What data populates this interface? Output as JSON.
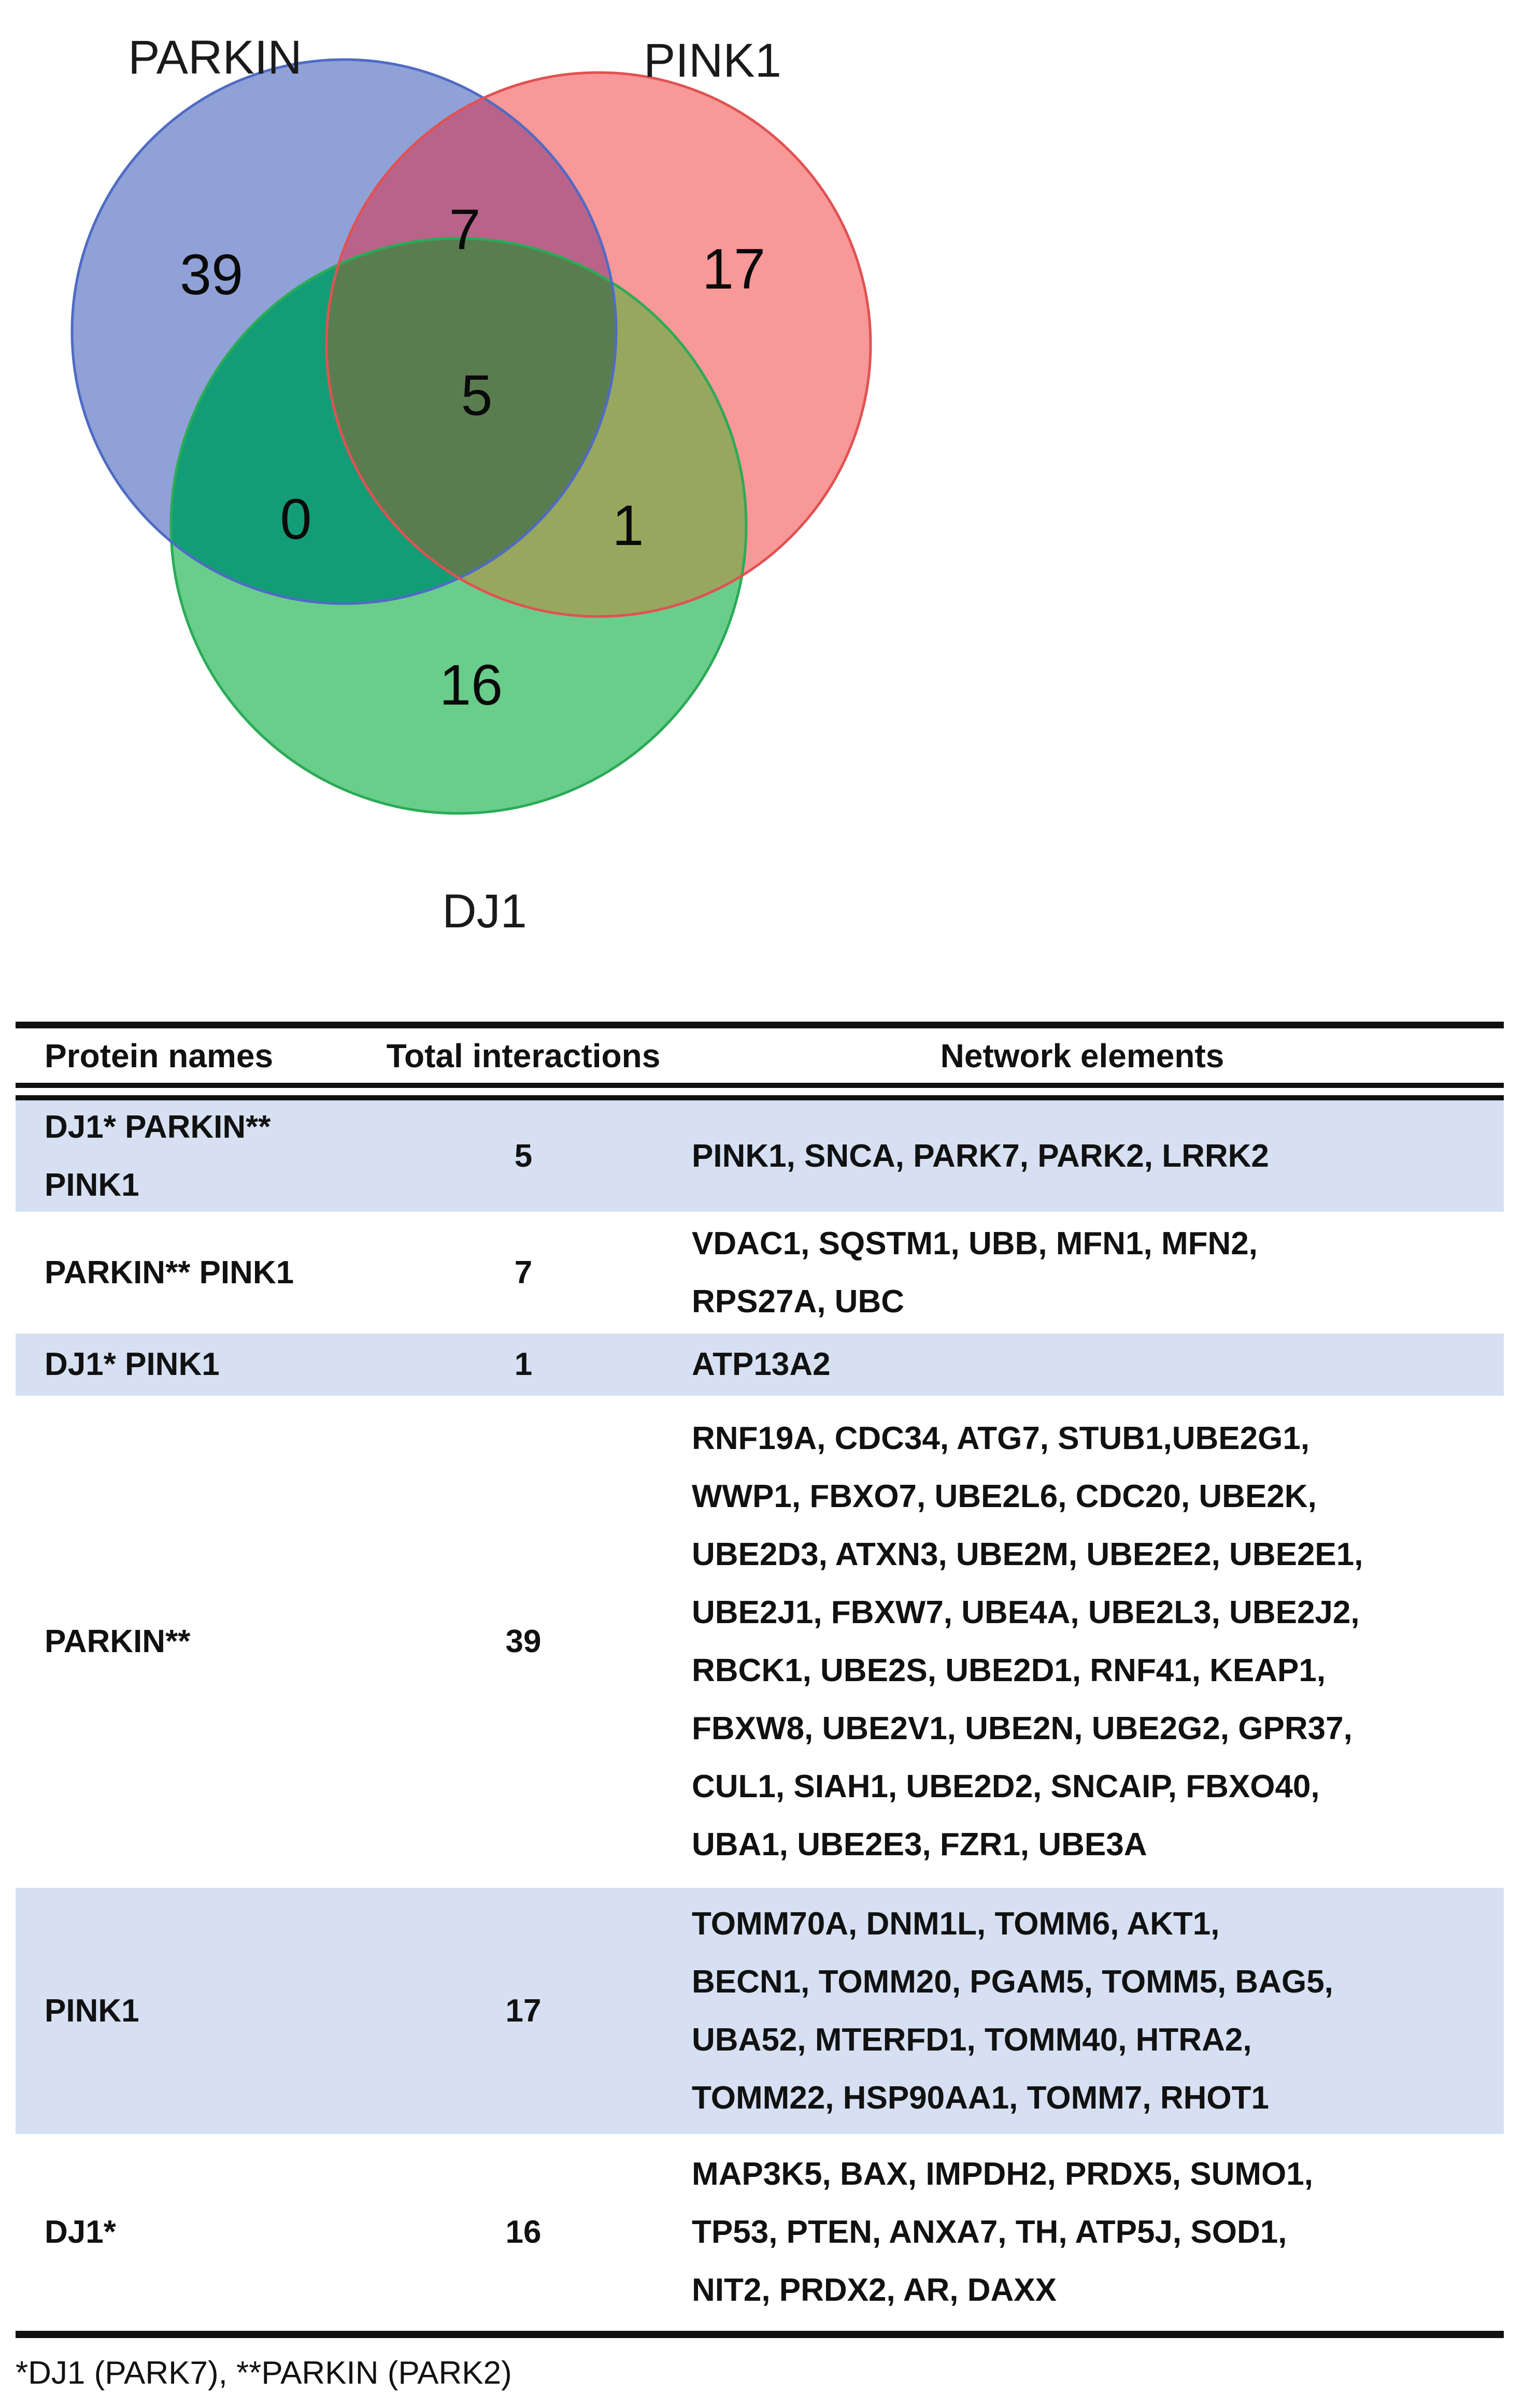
{
  "venn": {
    "labels": {
      "parkin": "PARKIN",
      "pink1": "PINK1",
      "dj1": "DJ1"
    },
    "counts": {
      "parkin_only": "39",
      "parkin_pink1": "7",
      "pink1_only": "17",
      "all_three": "5",
      "parkin_dj1": "0",
      "pink1_dj1": "1",
      "dj1_only": "16"
    },
    "colors": {
      "parkin_fill": "#8fa1d7",
      "pink1_fill": "#f89898",
      "dj1_fill": "#69cd8b",
      "parkin_pink1_fill": "#b9638b",
      "parkin_dj1_fill": "#139d77",
      "pink1_dj1_fill": "#97a75e",
      "center_fill": "#5a7d50",
      "parkin_stroke": "#4f6bc4",
      "pink1_stroke": "#e05252",
      "dj1_stroke": "#2aab56"
    }
  },
  "chart_data": {
    "type": "venn",
    "sets": [
      "PARKIN",
      "PINK1",
      "DJ1"
    ],
    "regions": {
      "PARKIN_only": 39,
      "PINK1_only": 17,
      "DJ1_only": 16,
      "PARKIN_PINK1": 7,
      "PARKIN_DJ1": 0,
      "PINK1_DJ1": 1,
      "PARKIN_PINK1_DJ1": 5
    }
  },
  "table": {
    "headers": {
      "protein_names": "Protein names",
      "total_interactions": "Total interactions",
      "network_elements": "Network elements"
    },
    "row_highlight_color": "#d6e0f2",
    "rows": [
      {
        "name_lines": [
          "DJ1* PARKIN**",
          "PINK1"
        ],
        "total": "5",
        "element_lines": [
          "PINK1, SNCA, PARK7, PARK2, LRRK2"
        ]
      },
      {
        "name_lines": [
          "PARKIN** PINK1"
        ],
        "total": "7",
        "element_lines": [
          "VDAC1, SQSTM1, UBB, MFN1, MFN2,",
          "RPS27A, UBC"
        ]
      },
      {
        "name_lines": [
          "DJ1* PINK1"
        ],
        "total": "1",
        "element_lines": [
          "ATP13A2"
        ]
      },
      {
        "name_lines": [
          "PARKIN**"
        ],
        "total": "39",
        "element_lines": [
          "RNF19A, CDC34, ATG7, STUB1,UBE2G1,",
          "WWP1, FBXO7, UBE2L6, CDC20, UBE2K,",
          "UBE2D3, ATXN3, UBE2M, UBE2E2, UBE2E1,",
          "UBE2J1, FBXW7, UBE4A, UBE2L3, UBE2J2,",
          "RBCK1, UBE2S, UBE2D1, RNF41, KEAP1,",
          "FBXW8, UBE2V1, UBE2N, UBE2G2, GPR37,",
          "CUL1, SIAH1, UBE2D2, SNCAIP, FBXO40,",
          "UBA1, UBE2E3, FZR1, UBE3A"
        ]
      },
      {
        "name_lines": [
          "PINK1"
        ],
        "total": "17",
        "element_lines": [
          "TOMM70A, DNM1L, TOMM6, AKT1,",
          "BECN1, TOMM20, PGAM5, TOMM5, BAG5,",
          "UBA52, MTERFD1, TOMM40, HTRA2,",
          "TOMM22, HSP90AA1, TOMM7, RHOT1"
        ]
      },
      {
        "name_lines": [
          "DJ1*"
        ],
        "total": "16",
        "element_lines": [
          "MAP3K5, BAX, IMPDH2, PRDX5, SUMO1,",
          "TP53, PTEN, ANXA7, TH, ATP5J, SOD1,",
          "NIT2, PRDX2, AR, DAXX"
        ]
      }
    ],
    "footnote": "*DJ1 (PARK7), **PARKIN (PARK2)"
  }
}
